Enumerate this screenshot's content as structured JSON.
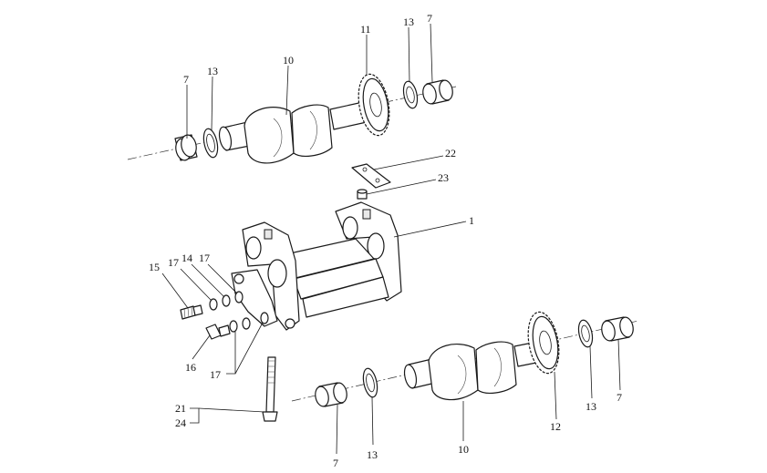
{
  "callouts": {
    "c1": "1",
    "c7a": "7",
    "c7b": "7",
    "c7c": "7",
    "c7d": "7",
    "c10a": "10",
    "c10b": "10",
    "c11": "11",
    "c12": "12",
    "c13a": "13",
    "c13b": "13",
    "c13c": "13",
    "c13d": "13",
    "c14": "14",
    "c15": "15",
    "c16": "16",
    "c17a": "17",
    "c17b": "17",
    "c17c": "17",
    "c21": "21",
    "c22": "22",
    "c23": "23",
    "c24": "24"
  }
}
